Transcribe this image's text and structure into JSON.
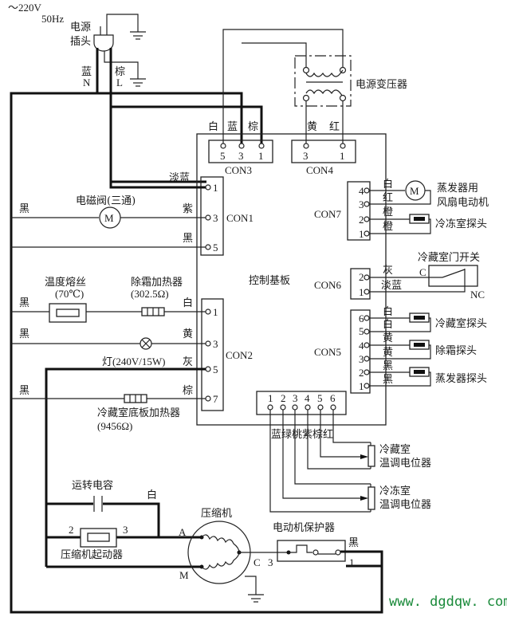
{
  "power": {
    "voltage": "～220V",
    "frequency": "50Hz",
    "plug_label_1": "电源",
    "plug_label_2": "插头",
    "neutral_color": "蓝",
    "neutral_letter": "N",
    "live_color": "棕",
    "live_letter": "L"
  },
  "transformer": {
    "label": "电源变压器"
  },
  "board": {
    "label": "控制基板"
  },
  "con3": {
    "name": "CON3",
    "wire_colors": [
      "白",
      "蓝",
      "棕"
    ],
    "pins": [
      "5",
      "3",
      "1"
    ]
  },
  "con4": {
    "name": "CON4",
    "wire_colors": [
      "黄",
      "红"
    ],
    "pins": [
      "3",
      "1"
    ]
  },
  "con1": {
    "name": "CON1",
    "pins": [
      "1",
      "3",
      "5"
    ],
    "wire_colors": [
      "淡蓝",
      "紫",
      "黑"
    ],
    "valve_label": "电磁阀(三通)",
    "motor_symbol": "M",
    "left_wire_color": "黑"
  },
  "con2": {
    "name": "CON2",
    "pins": [
      "1",
      "3",
      "5",
      "7"
    ],
    "wire_colors": [
      "白",
      "黄",
      "灰",
      "棕"
    ],
    "left_wire_colors": [
      "黑",
      "黑",
      "黑"
    ],
    "fuse_label": "温度熔丝",
    "fuse_rating": "(70℃)",
    "defrost_heater_label": "除霜加热器",
    "defrost_heater_value": "(302.5Ω)",
    "lamp_label": "灯(240V/15W)",
    "base_heater_label": "冷藏室底板加热器",
    "base_heater_value": "(9456Ω)"
  },
  "con7": {
    "name": "CON7",
    "pins": [
      "4",
      "3",
      "2",
      "1"
    ],
    "wire_colors": [
      "白",
      "红",
      "橙",
      "橙"
    ],
    "motor_symbol": "M",
    "fan_label_1": "蒸发器用",
    "fan_label_2": "风扇电动机",
    "freezer_probe_label": "冷冻室探头"
  },
  "con6": {
    "name": "CON6",
    "pins": [
      "2",
      "1"
    ],
    "wire_colors": [
      "灰",
      "淡蓝"
    ],
    "door_switch_label": "冷藏室门开关",
    "c_label": "C",
    "nc_label": "NC"
  },
  "con5": {
    "name": "CON5",
    "pins": [
      "6",
      "5",
      "4",
      "3",
      "2",
      "1"
    ],
    "wire_colors": [
      "白",
      "白",
      "黄",
      "黄",
      "黑",
      "黑"
    ],
    "probes": [
      "冷藏室探头",
      "除霜探头",
      "蒸发器探头"
    ]
  },
  "bottom_connector": {
    "pins": [
      "1",
      "2",
      "3",
      "4",
      "5",
      "6"
    ],
    "wire_colors": "蓝绿桃紫棕红",
    "fridge_pot_1": "冷藏室",
    "fridge_pot_2": "温调电位器",
    "freezer_pot_1": "冷冻室",
    "freezer_pot_2": "温调电位器"
  },
  "compressor": {
    "capacitor_label": "运转电容",
    "capacitor_wire": "白",
    "starter_label": "压缩机起动器",
    "starter_pin_left": "2",
    "starter_pin_right": "3",
    "label": "压缩机",
    "terminal_a": "A",
    "terminal_m": "M",
    "terminal_c": "C"
  },
  "protector": {
    "label": "电动机保护器",
    "pin_left": "3",
    "pin_right": "1",
    "wire_color": "黑"
  },
  "watermark": "www. dgdqw. com"
}
